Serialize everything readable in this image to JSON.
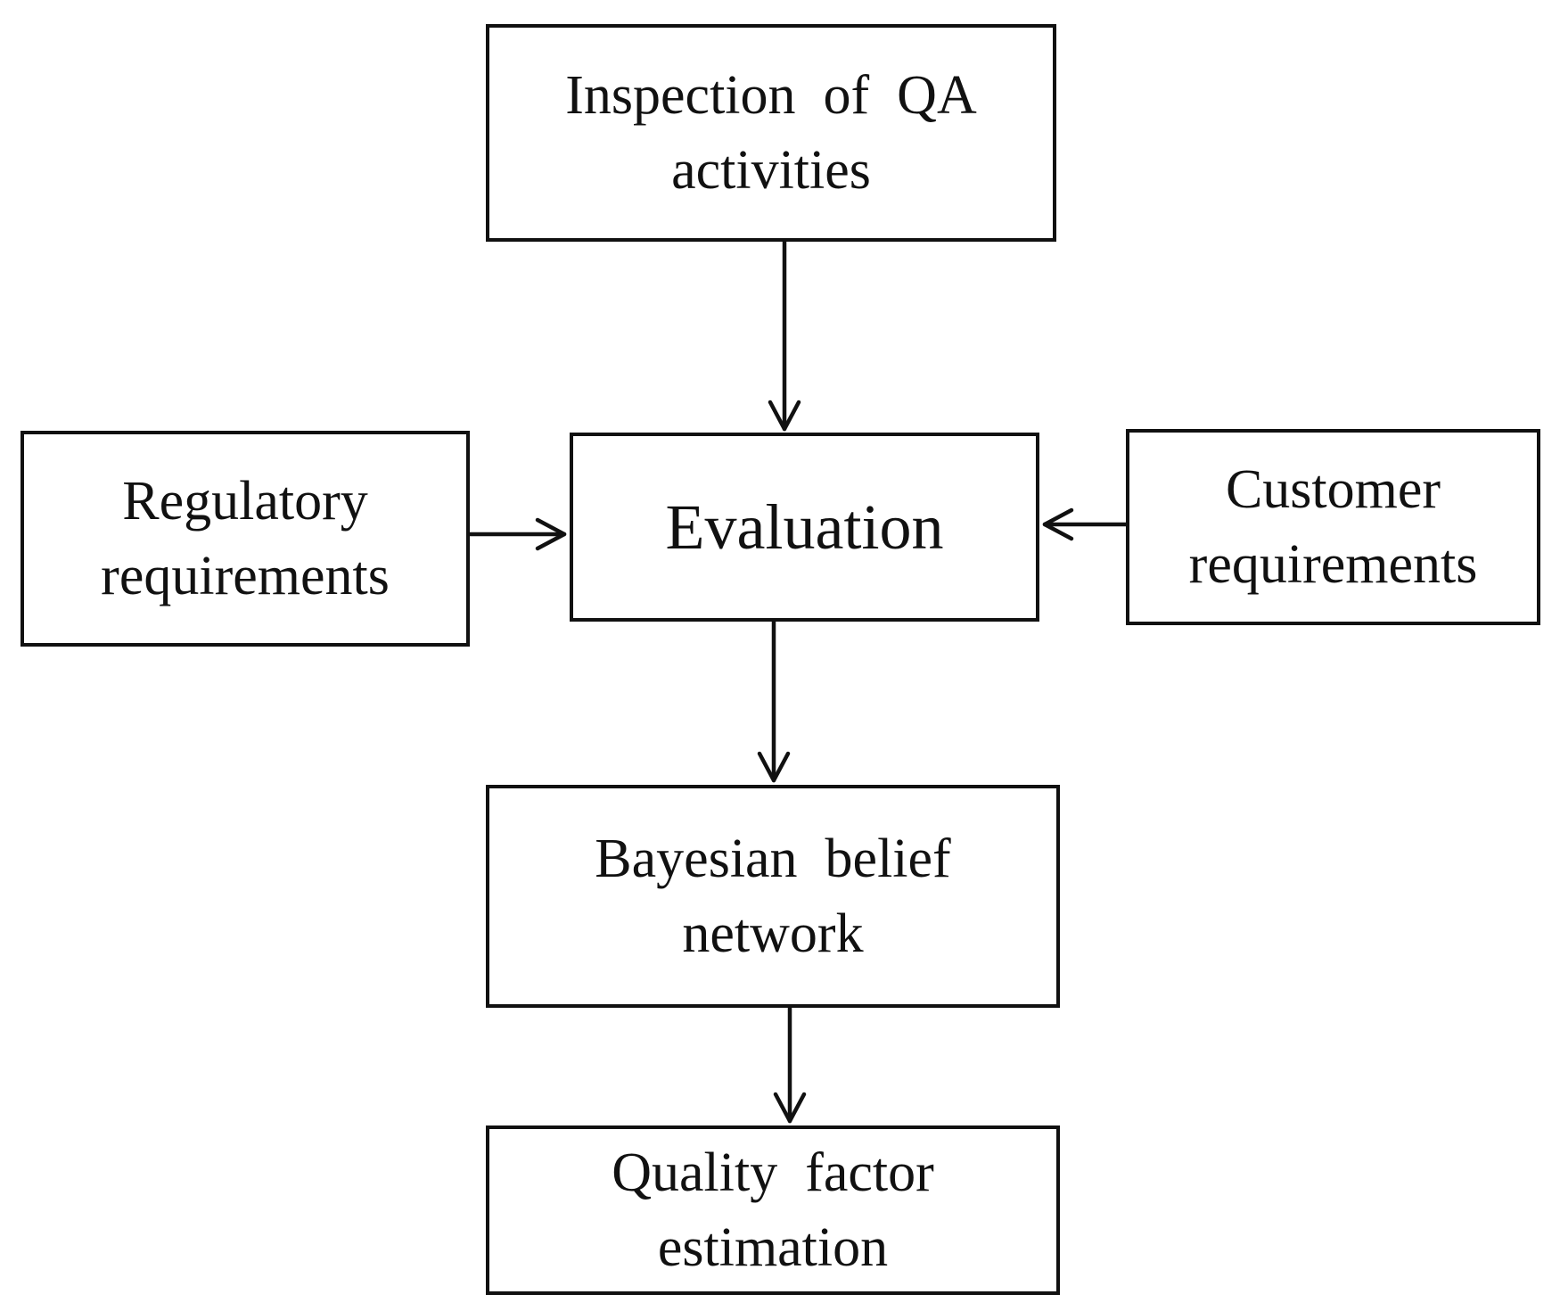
{
  "diagram": {
    "nodes": {
      "inspection": {
        "lines": [
          "Inspection  of  QA",
          "activities"
        ]
      },
      "regulatory": {
        "lines": [
          "Regulatory",
          "requirements"
        ]
      },
      "evaluation": {
        "lines": [
          "Evaluation"
        ]
      },
      "customer": {
        "lines": [
          "Customer",
          "requirements"
        ]
      },
      "bayesian": {
        "lines": [
          "Bayesian  belief",
          "network"
        ]
      },
      "quality": {
        "lines": [
          "Quality  factor",
          "estimation"
        ]
      }
    },
    "edges": [
      {
        "from": "inspection",
        "to": "evaluation"
      },
      {
        "from": "regulatory",
        "to": "evaluation"
      },
      {
        "from": "customer",
        "to": "evaluation"
      },
      {
        "from": "evaluation",
        "to": "bayesian"
      },
      {
        "from": "bayesian",
        "to": "quality"
      }
    ],
    "colors": {
      "stroke": "#111111",
      "background": "#ffffff"
    }
  }
}
